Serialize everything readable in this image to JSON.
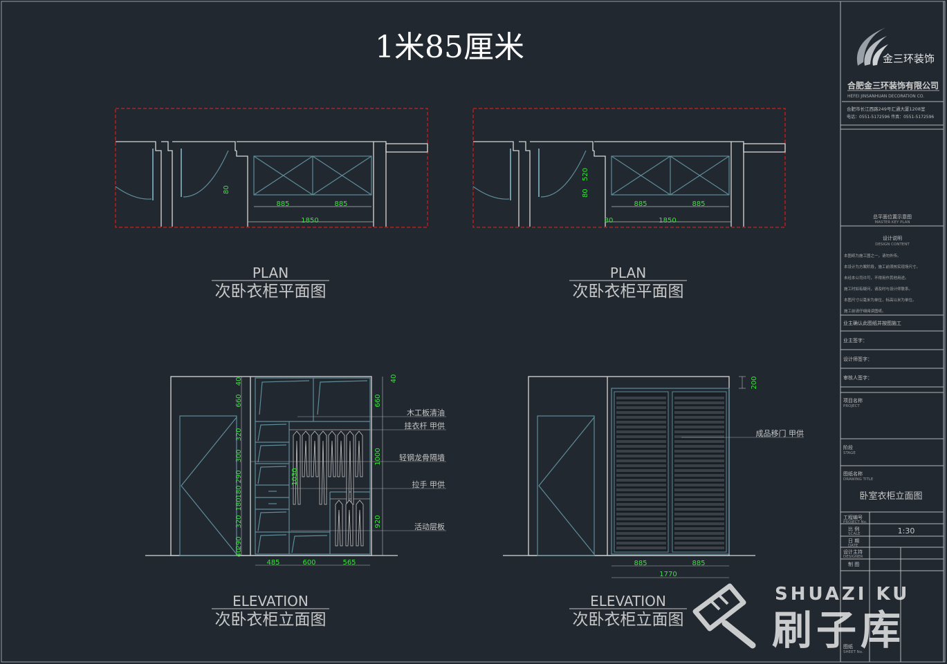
{
  "title": "1米85厘米",
  "plans": [
    {
      "id": "plan-left",
      "label_en": "PLAN",
      "label_cn": "次卧衣柜平面图",
      "dims": [
        "885",
        "885",
        "1850",
        "80"
      ]
    },
    {
      "id": "plan-right",
      "label_en": "PLAN",
      "label_cn": "次卧衣柜平面图",
      "dims": [
        "885",
        "885",
        "1850",
        "80",
        "80",
        "520"
      ]
    }
  ],
  "elevations": [
    {
      "id": "elev-left",
      "label_en": "ELEVATION",
      "label_cn": "次卧衣柜立面图",
      "left_dims": [
        "40",
        "660",
        "320",
        "300",
        "290",
        "180",
        "180",
        "320",
        "290",
        "40"
      ],
      "right_dims": [
        "40",
        "660",
        "1000",
        "920"
      ],
      "inner_dim": "1030",
      "bottom_dims": [
        "485",
        "600",
        "565"
      ],
      "annotations": [
        "木工板清油",
        "挂衣杆 甲供",
        "轻钢龙骨隔墙",
        "拉手 甲供",
        "活动层板"
      ]
    },
    {
      "id": "elev-right",
      "label_en": "ELEVATION",
      "label_cn": "次卧衣柜立面图",
      "top_dim": "200",
      "bottom_dims": [
        "885",
        "885"
      ],
      "total_dim": "1770",
      "annotations": [
        "成品移门 甲供"
      ]
    }
  ],
  "title_block": {
    "brand": "金三环装饰",
    "company_cn": "合肥金三环装饰有限公司",
    "company_en": "HEFEI JINSANHUAN DECORATION CO.",
    "address": "合肥市长江西路249号汇通大厦1208室",
    "phone": "电话：0551-5172596   传真：0551-5172596",
    "master_plan_cn": "总平面位置示意图",
    "master_plan_en": "MASTER KEY PLAN",
    "design_cn": "设计说明",
    "design_en": "DESIGN CONTENT",
    "notes": [
      "本图纸为施工图之一，请勿外传。",
      "本设计为方案阶段，施工前须核实现场尺寸。",
      "未经本公司许可，不得用作其他用途。",
      "施工时如有疑问，请及时与设计师联系。",
      "本图尺寸以毫米为单位，标高以米为单位。",
      "施工前请仔细阅读图纸。"
    ],
    "client_confirm": "业主确认此图纸并按图施工",
    "client_sign": "业主签字：",
    "designer_sign": "设计师签字：",
    "reviewer_sign": "审核人签字：",
    "project_cn": "项目名称",
    "project_en": "PROJECT",
    "stage_cn": "阶段",
    "stage_en": "STAGE",
    "drawing_title_cn": "图纸名称",
    "drawing_title_en": "DRAWING TITLE",
    "drawing_title": "卧室衣柜立面图",
    "project_no_cn": "工程编号",
    "project_no_en": "PROJECT No.",
    "scale_cn": "比 例",
    "scale_en": "SCALE",
    "scale": "1:30",
    "date_cn": "日 期",
    "date_en": "DATE",
    "designer_cn": "设计主持",
    "designer_en": "DESIGNER",
    "drawn_cn": "制 图",
    "sheet_cn": "图纸",
    "sheet_en": "SHEET No."
  },
  "watermark": {
    "en": "SHUAZI KU",
    "cn": "刷子库"
  }
}
